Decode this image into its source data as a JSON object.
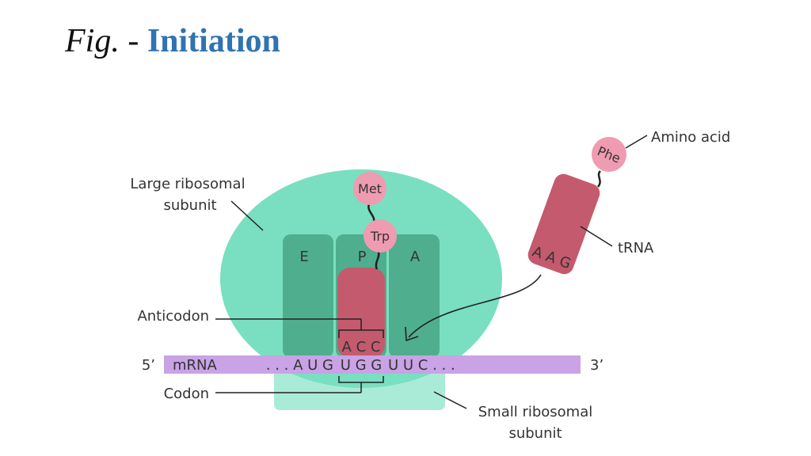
{
  "title": {
    "prefix": "Fig.",
    "separator": "-",
    "main": "Initiation",
    "main_color": "#2f73b3"
  },
  "colors": {
    "large_subunit": "#79dfc0",
    "large_subunit_dark": "#4fae8e",
    "small_subunit": "#a9ebd6",
    "trna": "#c45a6e",
    "amino_acid": "#ef9bb1",
    "mrna": "#c9a3e6",
    "label": "#333333"
  },
  "diagram": {
    "labels": {
      "large_subunit_line1": "Large ribosomal",
      "large_subunit_line2": "subunit",
      "small_subunit_line1": "Small ribosomal",
      "small_subunit_line2": "subunit",
      "anticodon": "Anticodon",
      "codon": "Codon",
      "amino_acid": "Amino acid",
      "trna": "tRNA",
      "mrna": "mRNA",
      "five_prime": "5’",
      "three_prime": "3’"
    },
    "sites": [
      "E",
      "P",
      "A"
    ],
    "amino_acids": {
      "met": "Met",
      "trp": "Trp",
      "phe": "Phe"
    },
    "anticodon_bound": "A C C",
    "anticodon_free": "A A G",
    "mrna_seq": {
      "left": ". . . A U G",
      "codon": "U G G",
      "right": "U U C . . ."
    }
  }
}
